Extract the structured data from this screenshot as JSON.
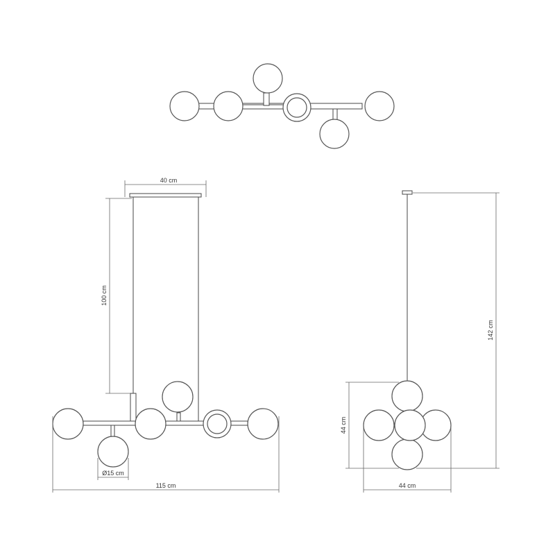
{
  "dimensions": {
    "canopy_width": "40 cm",
    "cable_length": "100 cm",
    "total_height": "142 cm",
    "front_width": "115 cm",
    "globe_diameter": "Ø15 cm",
    "side_height": "44 cm",
    "side_width": "44 cm"
  },
  "colors": {
    "line": "#444444",
    "globe_stroke": "#555555",
    "background": "#ffffff"
  }
}
